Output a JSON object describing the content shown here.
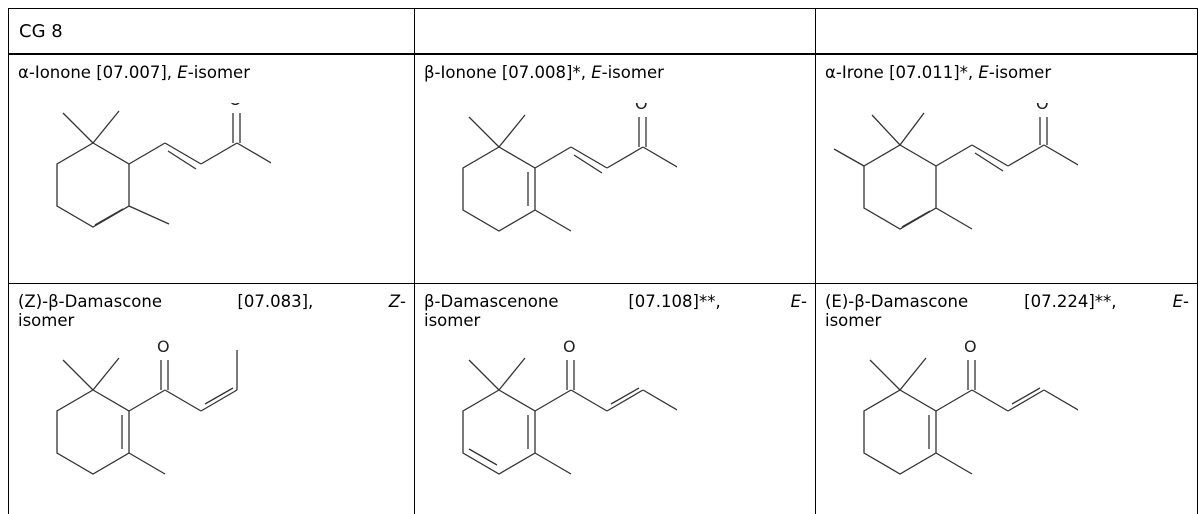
{
  "table": {
    "header": [
      "CG 8",
      "",
      ""
    ],
    "rows": [
      [
        {
          "name": "α-Ionone [07.007], ",
          "iso_letter": "E",
          "iso_rest": "-isomer",
          "oxygen_label": "O"
        },
        {
          "name": "β-Ionone [07.008]*, ",
          "iso_letter": "E",
          "iso_rest": "-isomer",
          "oxygen_label": "O"
        },
        {
          "name": "α-Irone [07.011]*, ",
          "iso_letter": "E",
          "iso_rest": "-isomer",
          "oxygen_label": "O"
        }
      ],
      [
        {
          "name_a": "(Z)-β-Damascone",
          "name_b": "[07.083],",
          "iso_letter": "Z",
          "iso_dash": "-",
          "iso_rest": "isomer",
          "oxygen_label": "O"
        },
        {
          "name_a": "β-Damascenone",
          "name_b": "[07.108]**,",
          "iso_letter": "E",
          "iso_dash": "-",
          "iso_rest": "isomer",
          "oxygen_label": "O"
        },
        {
          "name_a": "(E)-β-Damascone",
          "name_b": "[07.224]**,",
          "iso_letter": "E",
          "iso_dash": "-",
          "iso_rest": "isomer",
          "oxygen_label": "O"
        }
      ]
    ]
  }
}
